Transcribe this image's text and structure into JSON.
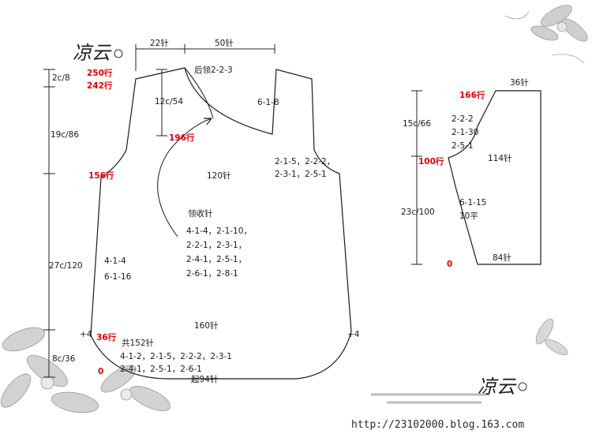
{
  "logo_text": "凉云",
  "footer_url": "http://23102000.blog.163.com",
  "labels": {
    "top_dim_left": "22针",
    "top_dim_right": "50针",
    "back_neck": "后领2-2-3",
    "row_250": "250行",
    "row_242": "242行",
    "dim_2c8": "2c/8",
    "dim_12c54": "12c/54",
    "dim_6_1_8": "6-1-8",
    "row_196": "196行",
    "dim_19c86": "19c/86",
    "armhole_1": "2-1-5，2-2-2，",
    "armhole_2": "2-3-1，2-5-1",
    "row_156": "156行",
    "st_120": "120针",
    "neck_title": "领收针",
    "neck_1": "4-1-4，2-1-10，",
    "neck_2": "2-2-1，2-3-1，",
    "neck_3": "2-4-1，2-5-1，",
    "neck_4": "2-6-1，2-8-1",
    "side_1": "4-1-4",
    "side_2": "6-1-16",
    "dim_27c120": "27c/120",
    "st_160": "160针",
    "plus4_left": "+4",
    "plus4_right": "+4",
    "row_36": "36行",
    "total_152": "共152针",
    "hem_1": "4-1-2，2-1-5，2-2-2，2-3-1",
    "hem_2": "2-4-1，2-5-1，2-6-1",
    "row_0": "0",
    "cast_on": "起94针",
    "dim_8c36": "8c/36",
    "sleeve_top": "36针",
    "sleeve_row_166": "166行",
    "sleeve_cap_1": "2-2-2",
    "sleeve_cap_2": "2-1-30",
    "sleeve_cap_3": "2-5-1",
    "sleeve_dim_15c66": "15c/66",
    "sleeve_row_100": "100行",
    "sleeve_114": "114针",
    "sleeve_inc": "6-1-15",
    "sleeve_flat": "10平",
    "sleeve_dim_23c100": "23c/100",
    "sleeve_row_0": "0",
    "sleeve_84": "84针"
  }
}
